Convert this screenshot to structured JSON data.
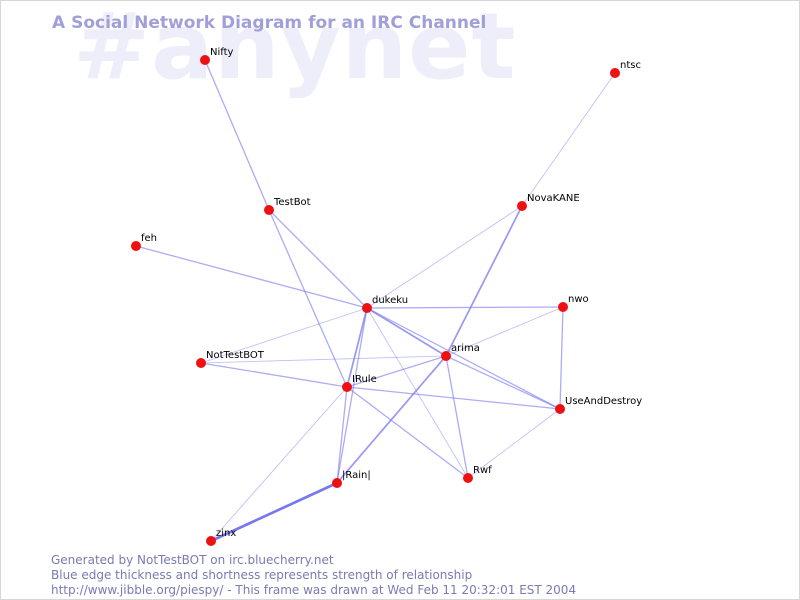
{
  "watermark": "#anynet",
  "title": "A Social Network Diagram for an IRC Channel",
  "colors": {
    "node": "#ee1111",
    "edge": "#7777ee",
    "title": "#a0a0d8",
    "footer": "#7a7ab4",
    "watermark": "#eeeefa"
  },
  "nodes": [
    {
      "id": "Nifty",
      "label": "Nifty"
    },
    {
      "id": "ntsc",
      "label": "ntsc"
    },
    {
      "id": "TestBot",
      "label": "TestBot"
    },
    {
      "id": "NovaKANE",
      "label": "NovaKANE"
    },
    {
      "id": "feh",
      "label": "feh"
    },
    {
      "id": "dukeku",
      "label": "dukeku"
    },
    {
      "id": "nwo",
      "label": "nwo"
    },
    {
      "id": "NotTestBOT",
      "label": "NotTestBOT"
    },
    {
      "id": "arima",
      "label": "arima"
    },
    {
      "id": "IRule",
      "label": "IRule"
    },
    {
      "id": "UseAndDestroy",
      "label": "UseAndDestroy"
    },
    {
      "id": "Rwf",
      "label": "Rwf"
    },
    {
      "id": "IRainl",
      "label": "|Rain|"
    },
    {
      "id": "zinx",
      "label": "zinx"
    }
  ],
  "edges": [
    {
      "source": "Nifty",
      "target": "TestBot",
      "weight": 2
    },
    {
      "source": "ntsc",
      "target": "NovaKANE",
      "weight": 1
    },
    {
      "source": "TestBot",
      "target": "dukeku",
      "weight": 2
    },
    {
      "source": "TestBot",
      "target": "IRule",
      "weight": 2
    },
    {
      "source": "NovaKANE",
      "target": "dukeku",
      "weight": 1
    },
    {
      "source": "NovaKANE",
      "target": "arima",
      "weight": 3
    },
    {
      "source": "feh",
      "target": "dukeku",
      "weight": 2
    },
    {
      "source": "dukeku",
      "target": "nwo",
      "weight": 2
    },
    {
      "source": "dukeku",
      "target": "NotTestBOT",
      "weight": 1
    },
    {
      "source": "dukeku",
      "target": "arima",
      "weight": 3
    },
    {
      "source": "dukeku",
      "target": "IRule",
      "weight": 3
    },
    {
      "source": "dukeku",
      "target": "UseAndDestroy",
      "weight": 2
    },
    {
      "source": "dukeku",
      "target": "Rwf",
      "weight": 1
    },
    {
      "source": "dukeku",
      "target": "IRainl",
      "weight": 2
    },
    {
      "source": "nwo",
      "target": "arima",
      "weight": 1
    },
    {
      "source": "nwo",
      "target": "UseAndDestroy",
      "weight": 2
    },
    {
      "source": "NotTestBOT",
      "target": "arima",
      "weight": 1
    },
    {
      "source": "NotTestBOT",
      "target": "IRule",
      "weight": 2
    },
    {
      "source": "arima",
      "target": "IRule",
      "weight": 2
    },
    {
      "source": "arima",
      "target": "UseAndDestroy",
      "weight": 2
    },
    {
      "source": "arima",
      "target": "Rwf",
      "weight": 2
    },
    {
      "source": "arima",
      "target": "IRainl",
      "weight": 3
    },
    {
      "source": "IRule",
      "target": "UseAndDestroy",
      "weight": 2
    },
    {
      "source": "IRule",
      "target": "Rwf",
      "weight": 2
    },
    {
      "source": "IRule",
      "target": "IRainl",
      "weight": 2
    },
    {
      "source": "IRule",
      "target": "zinx",
      "weight": 1
    },
    {
      "source": "UseAndDestroy",
      "target": "Rwf",
      "weight": 1
    },
    {
      "source": "IRainl",
      "target": "zinx",
      "weight": 5
    }
  ],
  "footer": {
    "line1": "Generated by NotTestBOT on irc.bluecherry.net",
    "line2": "Blue edge thickness and shortness represents strength of relationship",
    "line3": "http://www.jibble.org/piespy/ - This frame was drawn at Wed Feb 11 20:32:01 EST 2004"
  }
}
